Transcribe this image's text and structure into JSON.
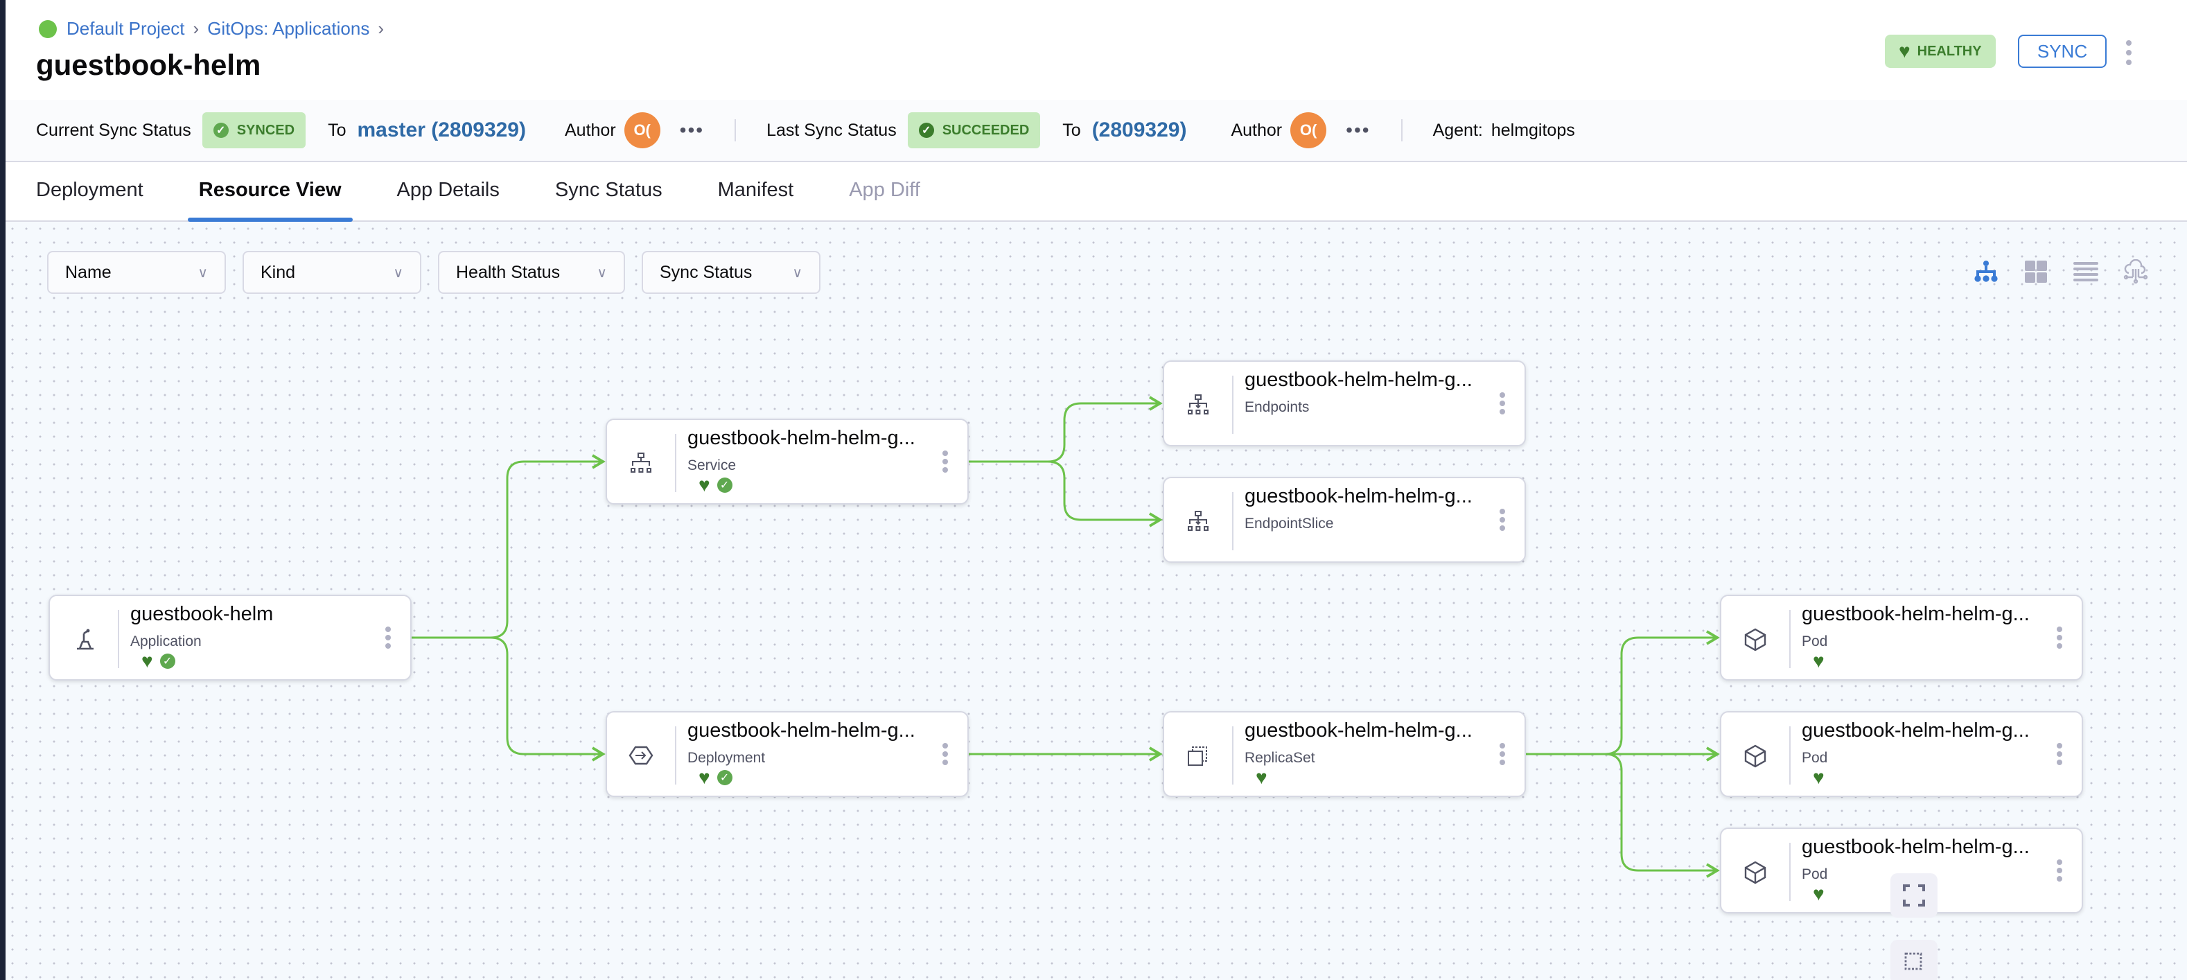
{
  "breadcrumb": [
    {
      "label": "Default Project"
    },
    {
      "label": "GitOps: Applications"
    }
  ],
  "title": "guestbook-helm",
  "health_badge": "HEALTHY",
  "sync_button": "SYNC",
  "sync_bar": {
    "current_label": "Current Sync Status",
    "current_status": "SYNCED",
    "to_label": "To",
    "current_ref": "master (2809329)",
    "author_label": "Author",
    "author_initials": "O(",
    "last_label": "Last Sync Status",
    "last_status": "SUCCEEDED",
    "last_to_label": "To",
    "last_ref": "(2809329)",
    "last_author_label": "Author",
    "last_author_initials": "O(",
    "agent_label": "Agent:",
    "agent": "helmgitops"
  },
  "tabs": [
    {
      "label": "Deployment"
    },
    {
      "label": "Resource View",
      "active": true
    },
    {
      "label": "App Details"
    },
    {
      "label": "Sync Status"
    },
    {
      "label": "Manifest"
    },
    {
      "label": "App Diff",
      "disabled": true
    }
  ],
  "filters": [
    {
      "label": "Name"
    },
    {
      "label": "Kind"
    },
    {
      "label": "Health Status"
    },
    {
      "label": "Sync Status"
    }
  ],
  "views": [
    {
      "icon": "tree-icon",
      "active": true
    },
    {
      "icon": "grid-icon"
    },
    {
      "icon": "list-icon"
    },
    {
      "icon": "cloud-network-icon"
    }
  ],
  "colors": {
    "accent": "#3a7bd5",
    "healthy": "#3b7d2c",
    "edge": "#6cc24a",
    "badge_bg": "#c6eabd"
  },
  "nodes": [
    {
      "id": "app",
      "name": "guestbook-helm",
      "kind": "Application",
      "icon": "application-icon",
      "healthy": true,
      "synced": true
    },
    {
      "id": "svc",
      "name": "guestbook-helm-helm-g...",
      "kind": "Service",
      "icon": "service-icon",
      "healthy": true,
      "synced": true
    },
    {
      "id": "ep",
      "name": "guestbook-helm-helm-g...",
      "kind": "Endpoints",
      "icon": "endpoints-icon",
      "healthy": false,
      "synced": false
    },
    {
      "id": "eps",
      "name": "guestbook-helm-helm-g...",
      "kind": "EndpointSlice",
      "icon": "endpoints-icon",
      "healthy": false,
      "synced": false
    },
    {
      "id": "dep",
      "name": "guestbook-helm-helm-g...",
      "kind": "Deployment",
      "icon": "deployment-icon",
      "healthy": true,
      "synced": true
    },
    {
      "id": "rs",
      "name": "guestbook-helm-helm-g...",
      "kind": "ReplicaSet",
      "icon": "replicaset-icon",
      "healthy": true,
      "synced": false
    },
    {
      "id": "pod1",
      "name": "guestbook-helm-helm-g...",
      "kind": "Pod",
      "icon": "pod-icon",
      "healthy": true,
      "synced": false
    },
    {
      "id": "pod2",
      "name": "guestbook-helm-helm-g...",
      "kind": "Pod",
      "icon": "pod-icon",
      "healthy": true,
      "synced": false
    },
    {
      "id": "pod3",
      "name": "guestbook-helm-helm-g...",
      "kind": "Pod",
      "icon": "pod-icon",
      "healthy": true,
      "synced": false
    }
  ],
  "edges": [
    [
      "app",
      "svc"
    ],
    [
      "app",
      "dep"
    ],
    [
      "svc",
      "ep"
    ],
    [
      "svc",
      "eps"
    ],
    [
      "dep",
      "rs"
    ],
    [
      "rs",
      "pod1"
    ],
    [
      "rs",
      "pod2"
    ],
    [
      "rs",
      "pod3"
    ]
  ],
  "controls": [
    {
      "icon": "fit-screen-icon"
    },
    {
      "icon": "select-area-icon"
    }
  ]
}
